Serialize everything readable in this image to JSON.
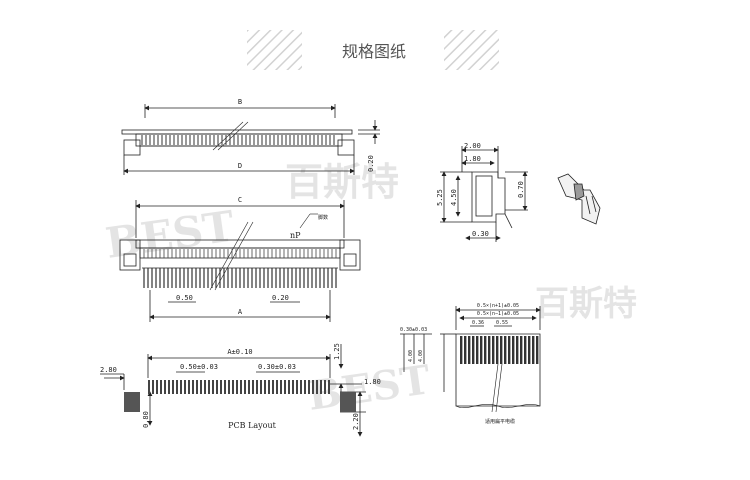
{
  "header": {
    "title": "规格图纸"
  },
  "watermark": {
    "latin": "BEST",
    "cjk": "百斯特"
  },
  "top_view": {
    "dim_b": "B",
    "dim_d": "D",
    "dim_thickness": "0.20"
  },
  "front_view": {
    "dim_c": "C",
    "pin_label": "nP",
    "note": "脚数",
    "dim_pitch": "0.50",
    "dim_pin_width": "0.20",
    "dim_a": "A"
  },
  "side_view": {
    "dims": [
      "2.00",
      "1.80",
      "5.25",
      "4.50",
      "0.70",
      "0.30"
    ]
  },
  "pcb_layout": {
    "caption": "PCB Layout",
    "dim_total": "A±0.10",
    "dim_pitch": "0.50±0.03",
    "dim_pad_width": "0.30±0.03",
    "dim_left_pad": "2.80",
    "dim_pad_height": "1.25",
    "dim_right_pad": "1.80",
    "dim_left_height": "0.80",
    "dim_bottom": "2.20"
  },
  "fpc": {
    "caption": "适用扁平电缆",
    "dim_overall": "0.5×(n+1)±0.05",
    "dim_inner": "0.5×(n−1)±0.05",
    "dim_pitch": "0.36",
    "dim_left": "0.30±0.03",
    "dim_mid": "0.55",
    "dim_v1": "4.00",
    "dim_v2": "4.00"
  }
}
